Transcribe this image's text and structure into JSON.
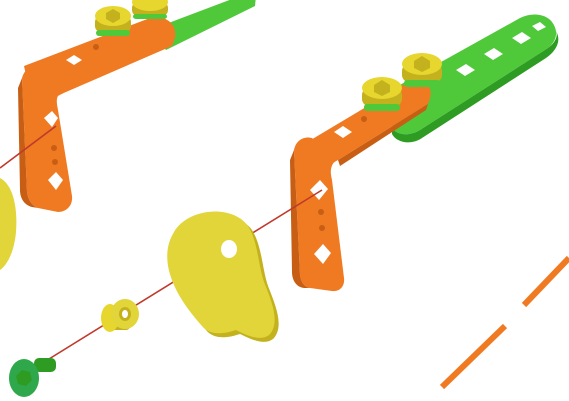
{
  "diagram": {
    "kind": "exploded-assembly",
    "colors": {
      "bracket_orange": "#F07A22",
      "bracket_orange_dark": "#C85E14",
      "strip_green": "#4FC93A",
      "strip_green_dark": "#2E9C23",
      "screw_yellow": "#E7D62D",
      "part_yellow": "#E2D53A",
      "part_yellow_dark": "#C3B21E",
      "screw_green": "#2FA84B",
      "assembly_line": "#C0392B",
      "guide_dash": "#F07A22"
    },
    "parts": [
      "orange-angle-bracket",
      "green-flat-strip",
      "yellow-socket-screws",
      "yellow-cam-plate",
      "yellow-spacer-bushing",
      "green-hex-screw"
    ]
  }
}
